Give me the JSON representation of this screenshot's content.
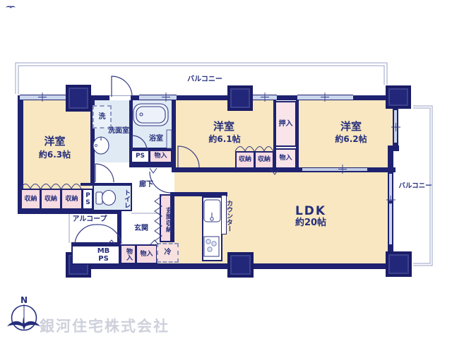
{
  "company": {
    "name": "銀河住宅株式会社",
    "north": "N"
  },
  "balcony": {
    "top": "バルコニー",
    "right": "バルコニー"
  },
  "rooms": {
    "bedroom1_name": "洋室",
    "bedroom1_size": "約6.3帖",
    "bedroom2_name": "洋室",
    "bedroom2_size": "約6.1帖",
    "bedroom3_name": "洋室",
    "bedroom3_size": "約6.2帖",
    "ldk_name": "LDK",
    "ldk_size": "約20帖",
    "washroom": "洗面室",
    "bathroom": "浴室",
    "toilet": "トイレ",
    "hallway": "廊下",
    "entrance": "玄関",
    "alcove": "アルコープ"
  },
  "storage": {
    "closets": [
      "収納",
      "収納",
      "収納",
      "収納",
      "収納"
    ],
    "monoire": [
      "物入",
      "物入",
      "物入",
      "物入"
    ],
    "oshiire": "押入",
    "entrance_storage": "玄関収納"
  },
  "fixtures": {
    "washer": "洗",
    "ps_closet": "PS",
    "ps_bath": "PS",
    "mb_line1": "MB",
    "mb_line2": "PS",
    "counter": "カウンター",
    "fridge": "冷"
  },
  "colors": {
    "wall": "#1e2270",
    "room_cream": "#f8e7c0",
    "closet_pink": "#f6dbe1",
    "wet_blue": "#e0eaf4",
    "window_blue": "#cbd6ec",
    "outline": "#9aa1c6",
    "text": "#242e7c",
    "company_text": "#ced0db"
  }
}
